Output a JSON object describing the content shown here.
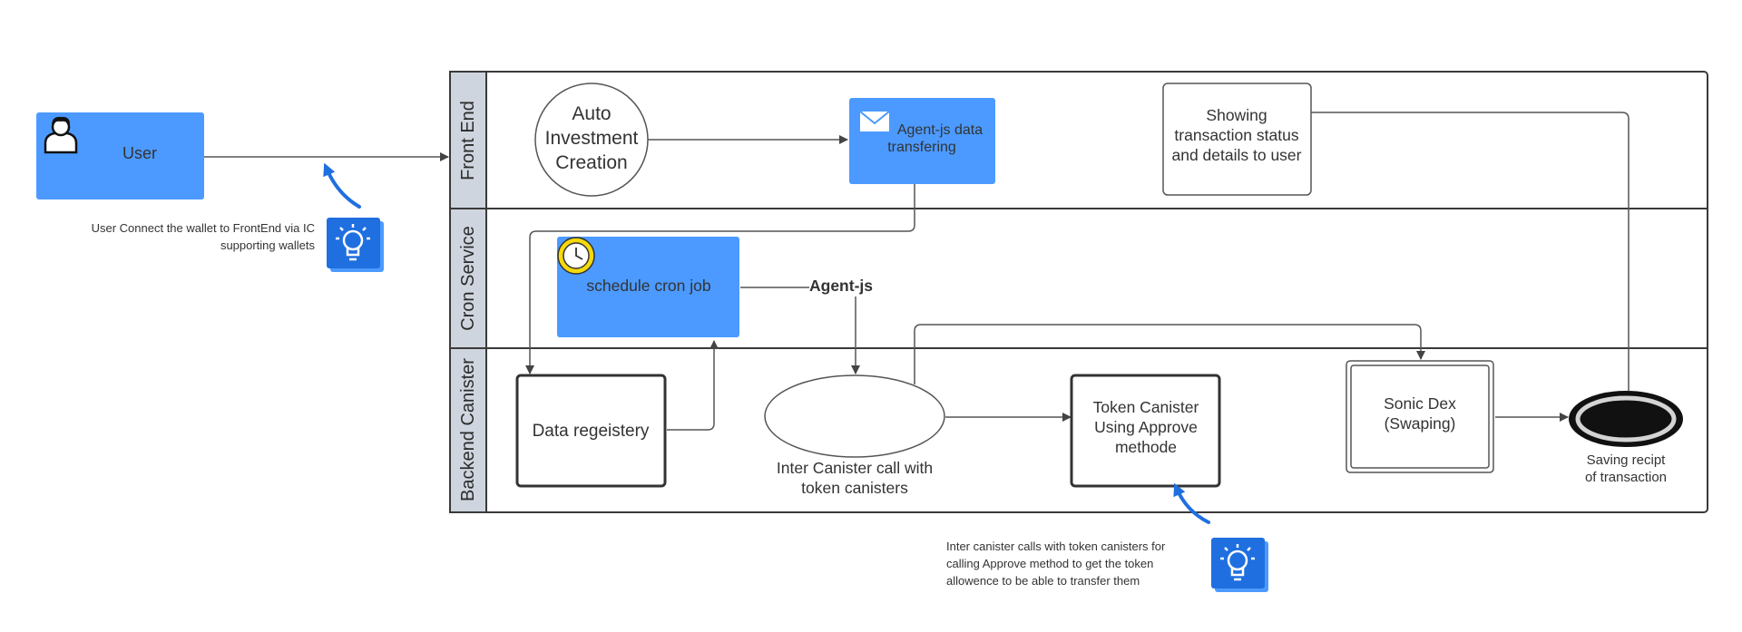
{
  "actor": {
    "label": "User"
  },
  "lanes": [
    "Front End",
    "Cron Service",
    "Backend Canister"
  ],
  "nodes": {
    "auto_investment": [
      "Auto",
      "Investment",
      "Creation"
    ],
    "agentjs_transfer": [
      "Agent-js data",
      "transfering"
    ],
    "showing_status": [
      "Showing",
      "transaction status",
      "and details to user"
    ],
    "cron_job": "schedule cron job",
    "agentjs_label": "Agent-js",
    "data_registry": "Data regeistery",
    "inter_canister": [
      "Inter Canister call with",
      "token canisters"
    ],
    "token_canister": [
      "Token Canister",
      "Using Approve",
      "methode"
    ],
    "sonic_dex": [
      "Sonic Dex",
      "(Swaping)"
    ],
    "saving_receipt": [
      "Saving recipt",
      "of transaction"
    ]
  },
  "notes": {
    "wallet": [
      "User Connect the wallet to FrontEnd via IC",
      "supporting wallets"
    ],
    "approve": [
      "Inter canister calls with token canisters for",
      "calling Approve method to get the token",
      "allowence to be able to transfer them"
    ]
  },
  "colors": {
    "accent_blue": "#4c9aff",
    "note_blue": "#1f6fe0",
    "lane_header": "#cfd5de",
    "border": "#3a3a3a",
    "clock": "#f5d90a"
  }
}
